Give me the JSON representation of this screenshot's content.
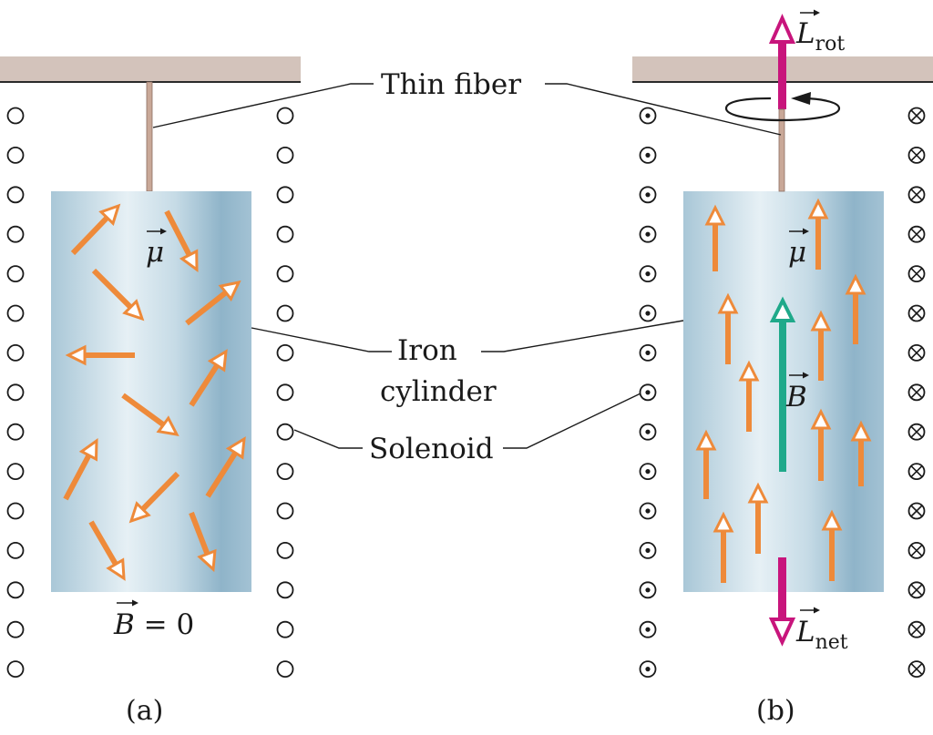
{
  "labels": {
    "thin_fiber": "Thin fiber",
    "iron": "Iron",
    "cylinder": "cylinder",
    "solenoid": "Solenoid",
    "mu": "μ",
    "b_zero_symbol": "B",
    "b_zero_rest": " = 0",
    "b_field": "B",
    "l_symbol": "L",
    "l_rot_sub": "rot",
    "l_net_sub": "net"
  },
  "panels": {
    "a": "(a)",
    "b": "(b)"
  },
  "colors": {
    "ceiling": "#d3c3bb",
    "fiber": "#c9a898",
    "cylinder_light": "#dceaf1",
    "cylinder_mid": "#b7d1df",
    "cylinder_dark": "#8fb4c9",
    "dipole_arrow": "#ee8a3a",
    "field_arrow": "#1fa98a",
    "angular_momentum": "#c8157c",
    "leader_line": "#1a1a1a"
  },
  "solenoid_symbols": {
    "panel_a": "circle",
    "panel_b_left": "dot-circle (current out of page)",
    "panel_b_right": "cross-circle (current into page)"
  }
}
